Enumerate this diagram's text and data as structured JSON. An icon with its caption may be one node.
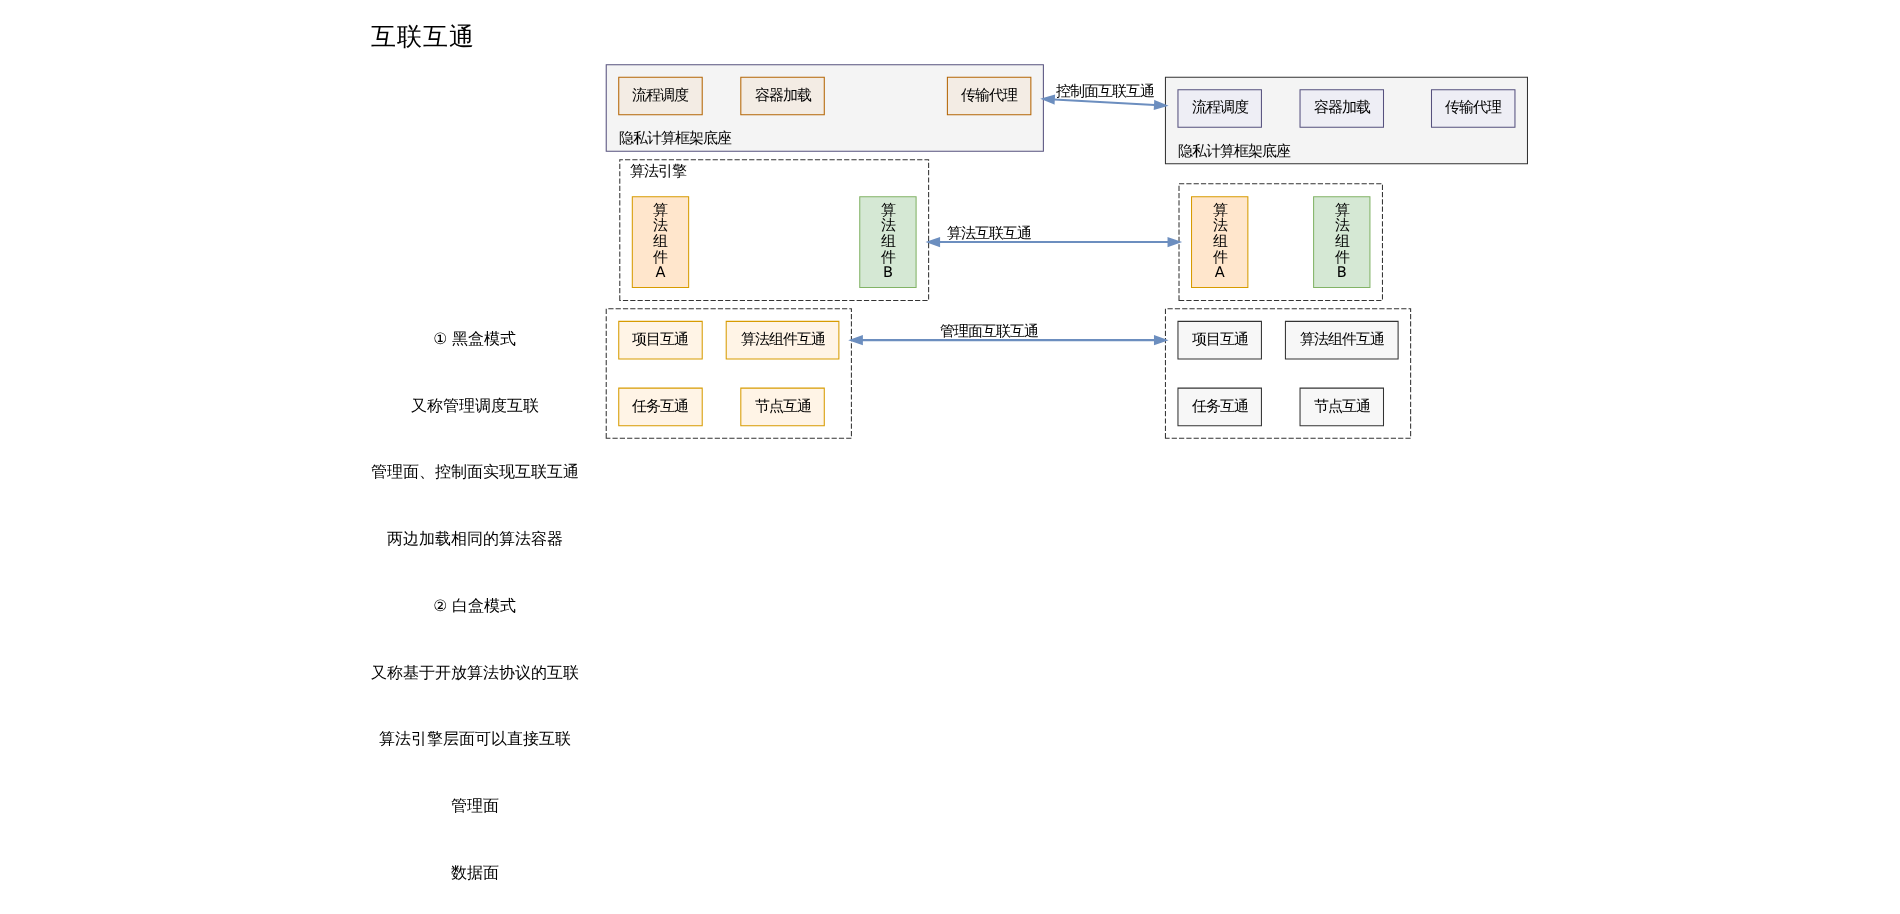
{
  "diagram": {
    "title": "互联互通",
    "nodes": [
      {
        "text": [],
        "shape": "box"
      },
      {
        "text": [
          "项目互通"
        ],
        "in": 0
      },
      {
        "text": [
          "算法组件互通"
        ],
        "in": 0
      },
      {
        "text": [
          "任务互通"
        ],
        "in": 0
      },
      {
        "text": [
          "节点互通"
        ],
        "in": 0
      },
      {
        "text": [],
        "shape": "box"
      },
      {
        "text": [
          "项目互通"
        ],
        "in": 5
      },
      {
        "text": [
          "算法组件互通"
        ],
        "in": 5
      },
      {
        "text": [
          "任务互通"
        ],
        "in": 5
      },
      {
        "text": [
          "节点互通"
        ],
        "in": 5
      },
      {
        "text": [
          "算法引擎"
        ]
      },
      {
        "text": [
          "算法组件A"
        ],
        "in": 10
      },
      {
        "text": [
          "算法组件B"
        ],
        "in": 10
      },
      {
        "text": [],
        "shape": "box"
      },
      {
        "text": [
          "算法组件A"
        ],
        "in": 13
      },
      {
        "text": [
          "算法组件B"
        ],
        "in": 13
      },
      {
        "text": [
          "隐私计算框架底座"
        ]
      },
      {
        "text": [
          "流程调度"
        ],
        "in": 16
      },
      {
        "text": [
          "容器加载"
        ],
        "in": 16
      },
      {
        "text": [
          "传输代理"
        ],
        "in": 16
      },
      {
        "text": [
          "隐私计算框架底座"
        ]
      },
      {
        "text": [
          "流程调度"
        ],
        "in": 20
      },
      {
        "text": [
          "容器加载"
        ],
        "in": 20
      },
      {
        "text": [
          "传输代理"
        ],
        "in": 20
      }
    ],
    "edges": [
      {
        "from": 0,
        "to": 5,
        "arrow": "both",
        "label": "管理面互联互通"
      },
      {
        "from": 10,
        "to": 13,
        "arrow": "both",
        "label": "算法互联互通"
      },
      {
        "from": 16,
        "to": 20,
        "arrow": "both",
        "label": "控制面互联互通"
      }
    ],
    "labels": [
      "① 黑盒模式",
      "又称管理调度互联",
      "管理面、控制面实现互联互通",
      "两边加载相同的算法容器",
      "② 白盒模式",
      "又称基于开放算法协议的互联",
      "算法引擎层面可以直接互联",
      "管理面",
      "数据面"
    ]
  }
}
